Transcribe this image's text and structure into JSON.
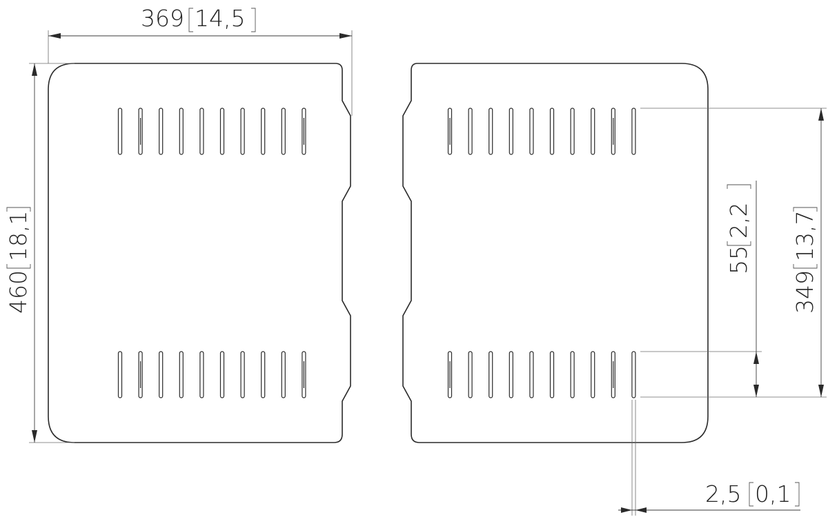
{
  "dimensions": {
    "width": {
      "mm": "369",
      "inch": "14,5"
    },
    "height": {
      "mm": "460",
      "inch": "18,1"
    },
    "slot_pitch_vertical": {
      "mm": "349",
      "inch": "13,7"
    },
    "slot_length": {
      "mm": "55",
      "inch": "2,2"
    },
    "slot_width": {
      "mm": "2,5",
      "inch": "0,1"
    }
  },
  "colors": {
    "line": "#2a2a2a",
    "background": "#ffffff"
  }
}
